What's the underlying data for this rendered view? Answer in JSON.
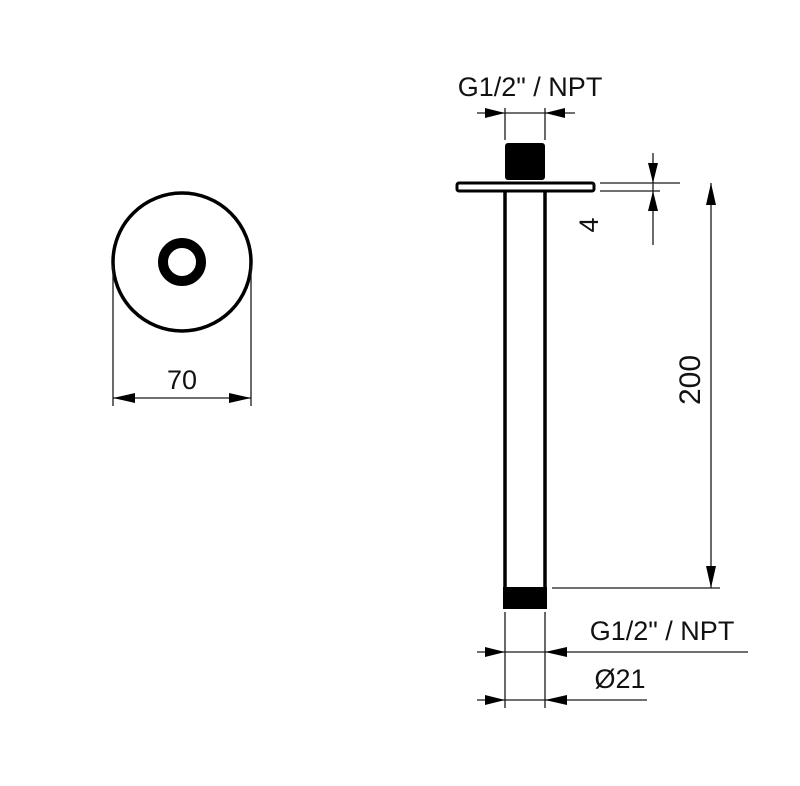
{
  "drawing": {
    "subject": "ceiling shower arm with round flange",
    "colors": {
      "line": "#000000",
      "background": "#ffffff"
    }
  },
  "top_view": {
    "flange_diameter_label": "70"
  },
  "side_view": {
    "top_thread_label": "G1/2\" / NPT",
    "flange_thickness_label": "4",
    "length_label": "200",
    "bottom_thread_label": "G1/2\" / NPT",
    "pipe_diameter_label": "Ø21"
  }
}
